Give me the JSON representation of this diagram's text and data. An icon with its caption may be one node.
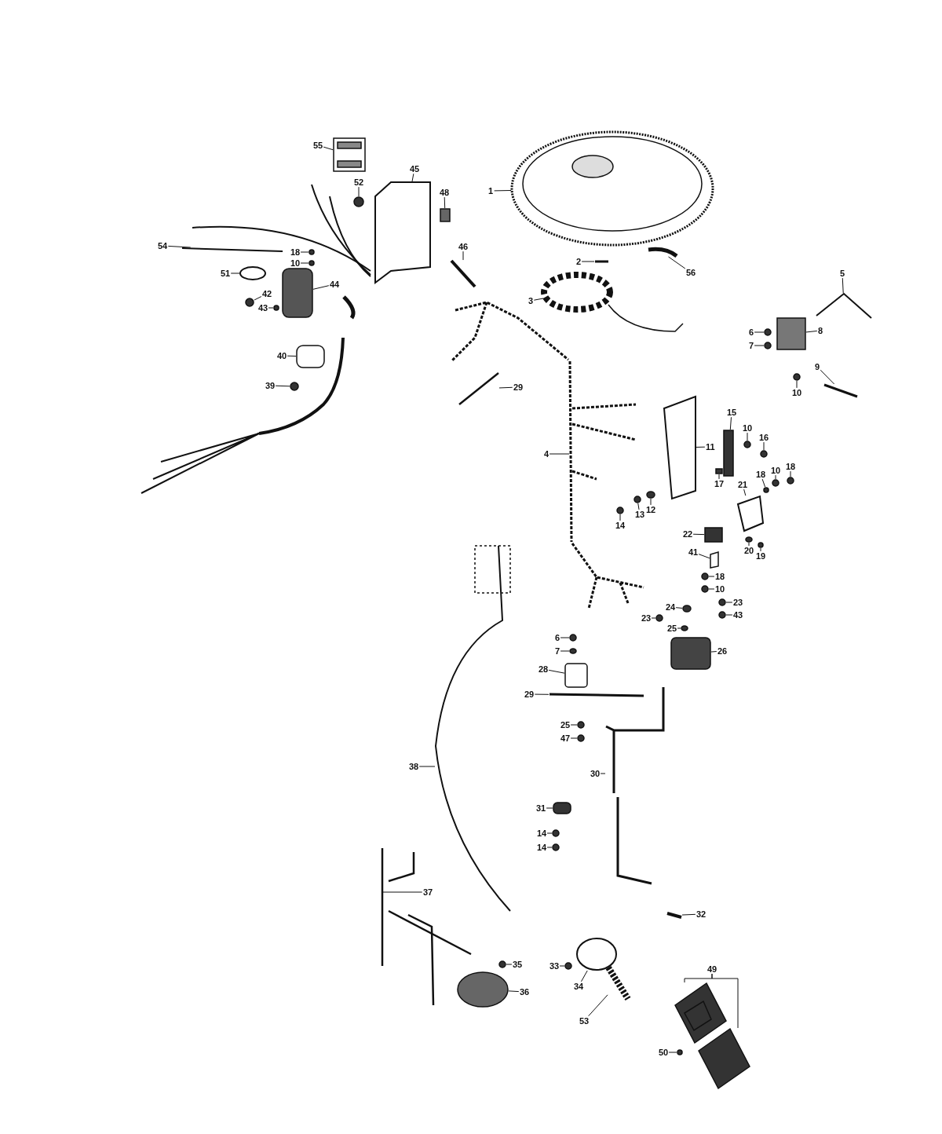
{
  "diagram": {
    "nodes": [
      {
        "text": [
          "55"
        ]
      },
      {
        "text": [
          "45"
        ]
      },
      {
        "text": [
          "52"
        ]
      },
      {
        "text": [
          "48"
        ]
      },
      {
        "text": [
          "1"
        ]
      },
      {
        "text": [
          "54"
        ]
      },
      {
        "text": [
          "18"
        ]
      },
      {
        "text": [
          "10"
        ]
      },
      {
        "text": [
          "46"
        ]
      },
      {
        "text": [
          "51"
        ]
      },
      {
        "text": [
          "44"
        ]
      },
      {
        "text": [
          "42"
        ]
      },
      {
        "text": [
          "43"
        ]
      },
      {
        "text": [
          "2"
        ]
      },
      {
        "text": [
          "3"
        ]
      },
      {
        "text": [
          "56"
        ]
      },
      {
        "text": [
          "5"
        ]
      },
      {
        "text": [
          "6"
        ]
      },
      {
        "text": [
          "7"
        ]
      },
      {
        "text": [
          "8"
        ]
      },
      {
        "text": [
          "9"
        ]
      },
      {
        "text": [
          "10"
        ]
      },
      {
        "text": [
          "40"
        ]
      },
      {
        "text": [
          "39"
        ]
      },
      {
        "text": [
          "29"
        ]
      },
      {
        "text": [
          "15"
        ]
      },
      {
        "text": [
          "10"
        ]
      },
      {
        "text": [
          "16"
        ]
      },
      {
        "text": [
          "11"
        ]
      },
      {
        "text": [
          "4"
        ]
      },
      {
        "text": [
          "18"
        ]
      },
      {
        "text": [
          "10"
        ]
      },
      {
        "text": [
          "18"
        ]
      },
      {
        "text": [
          "17"
        ]
      },
      {
        "text": [
          "21"
        ]
      },
      {
        "text": [
          "12"
        ]
      },
      {
        "text": [
          "13"
        ]
      },
      {
        "text": [
          "14"
        ]
      },
      {
        "text": [
          "22"
        ]
      },
      {
        "text": [
          "41"
        ]
      },
      {
        "text": [
          "20"
        ]
      },
      {
        "text": [
          "19"
        ]
      },
      {
        "text": [
          "18"
        ]
      },
      {
        "text": [
          "10"
        ]
      },
      {
        "text": [
          "23"
        ]
      },
      {
        "text": [
          "43"
        ]
      },
      {
        "text": [
          "24"
        ]
      },
      {
        "text": [
          "23"
        ]
      },
      {
        "text": [
          "25"
        ]
      },
      {
        "text": [
          "6"
        ]
      },
      {
        "text": [
          "7"
        ]
      },
      {
        "text": [
          "26"
        ]
      },
      {
        "text": [
          "28"
        ]
      },
      {
        "text": [
          "29"
        ]
      },
      {
        "text": [
          "25"
        ]
      },
      {
        "text": [
          "47"
        ]
      },
      {
        "text": [
          "38"
        ]
      },
      {
        "text": [
          "30"
        ]
      },
      {
        "text": [
          "31"
        ]
      },
      {
        "text": [
          "14"
        ]
      },
      {
        "text": [
          "14"
        ]
      },
      {
        "text": [
          "37"
        ]
      },
      {
        "text": [
          "32"
        ]
      },
      {
        "text": [
          "35"
        ]
      },
      {
        "text": [
          "33"
        ]
      },
      {
        "text": [
          "34"
        ]
      },
      {
        "text": [
          "36"
        ]
      },
      {
        "text": [
          "49"
        ]
      },
      {
        "text": [
          "53"
        ]
      },
      {
        "text": [
          "50"
        ]
      },
      {
        "text": [],
        "shape": "picture"
      },
      {
        "text": [],
        "shape": "box"
      },
      {
        "text": [],
        "shape": "circle"
      },
      {
        "text": [],
        "shape": "box"
      },
      {
        "text": [],
        "shape": "picture"
      },
      {
        "text": [],
        "shape": "bar"
      },
      {
        "text": [],
        "shape": "circle"
      },
      {
        "text": [],
        "shape": "circle"
      },
      {
        "text": [],
        "shape": "bar"
      },
      {
        "text": [],
        "shape": "circle"
      },
      {
        "text": [],
        "shape": "box"
      },
      {
        "text": [],
        "shape": "circle"
      },
      {
        "text": [],
        "shape": "circle"
      },
      {
        "text": [],
        "shape": "bar"
      },
      {
        "text": [],
        "shape": "circle"
      },
      {
        "text": [],
        "shape": "bar"
      },
      {
        "text": [],
        "shape": "bar"
      },
      {
        "text": [],
        "shape": "circle"
      },
      {
        "text": [],
        "shape": "circle"
      },
      {
        "text": [],
        "shape": "box"
      },
      {
        "text": [],
        "shape": "bar"
      },
      {
        "text": [],
        "shape": "circle"
      },
      {
        "text": [],
        "shape": "box"
      },
      {
        "text": [],
        "shape": "circle"
      },
      {
        "text": [],
        "shape": "bar"
      },
      {
        "text": [],
        "shape": "box"
      },
      {
        "text": [],
        "shape": "circle"
      },
      {
        "text": [],
        "shape": "circle"
      },
      {
        "text": [],
        "shape": "box"
      },
      {
        "text": [],
        "shape": "bar"
      },
      {
        "text": [],
        "shape": "circle"
      },
      {
        "text": [],
        "shape": "circle"
      },
      {
        "text": [],
        "shape": "circle"
      },
      {
        "text": [],
        "shape": "box"
      },
      {
        "text": [],
        "shape": "box"
      },
      {
        "text": [],
        "shape": "circle"
      },
      {
        "text": [],
        "shape": "circle"
      },
      {
        "text": [],
        "shape": "circle"
      },
      {
        "text": [],
        "shape": "box"
      },
      {
        "text": [],
        "shape": "box"
      },
      {
        "text": [],
        "shape": "circle"
      },
      {
        "text": [],
        "shape": "circle"
      },
      {
        "text": [],
        "shape": "circle"
      },
      {
        "text": [],
        "shape": "circle"
      },
      {
        "text": [],
        "shape": "circle"
      },
      {
        "text": [],
        "shape": "circle"
      },
      {
        "text": [],
        "shape": "circle"
      },
      {
        "text": [],
        "shape": "circle"
      },
      {
        "text": [],
        "shape": "circle"
      },
      {
        "text": [],
        "shape": "circle"
      },
      {
        "text": [],
        "shape": "circle"
      },
      {
        "text": [],
        "shape": "box"
      },
      {
        "text": [],
        "shape": "box"
      },
      {
        "text": [],
        "shape": "bar"
      },
      {
        "text": [],
        "shape": "circle"
      },
      {
        "text": [],
        "shape": "circle"
      },
      {
        "text": [],
        "shape": "bar"
      },
      {
        "text": [],
        "shape": "bar"
      },
      {
        "text": [],
        "shape": "box"
      },
      {
        "text": [],
        "shape": "circle"
      },
      {
        "text": [],
        "shape": "circle"
      },
      {
        "text": [],
        "shape": "bar"
      },
      {
        "text": [],
        "shape": "bar"
      },
      {
        "text": [],
        "shape": "circle"
      },
      {
        "text": [],
        "shape": "circle"
      },
      {
        "text": [],
        "shape": "circle"
      },
      {
        "text": [],
        "shape": "circle"
      },
      {
        "text": [],
        "shape": "box"
      },
      {
        "text": [],
        "shape": "box"
      },
      {
        "text": [],
        "shape": "bar"
      },
      {
        "text": [],
        "shape": "circle"
      }
    ],
    "edges": [
      {
        "from": 0,
        "to": 70,
        "arrow": "none"
      },
      {
        "from": 1,
        "to": 71,
        "arrow": "none"
      },
      {
        "from": 2,
        "to": 72,
        "arrow": "none"
      },
      {
        "from": 3,
        "to": 73,
        "arrow": "none"
      },
      {
        "from": 4,
        "to": 74,
        "arrow": "none"
      },
      {
        "from": 5,
        "to": 75,
        "arrow": "none"
      },
      {
        "from": 6,
        "to": 76,
        "arrow": "none"
      },
      {
        "from": 7,
        "to": 77,
        "arrow": "none"
      },
      {
        "from": 8,
        "to": 78,
        "arrow": "none"
      },
      {
        "from": 9,
        "to": 79,
        "arrow": "none"
      },
      {
        "from": 10,
        "to": 80,
        "arrow": "none"
      },
      {
        "from": 11,
        "to": 81,
        "arrow": "none"
      },
      {
        "from": 12,
        "to": 82,
        "arrow": "none"
      },
      {
        "from": 13,
        "to": 83,
        "arrow": "none"
      },
      {
        "from": 14,
        "to": 84,
        "arrow": "none"
      },
      {
        "from": 15,
        "to": 85,
        "arrow": "none"
      },
      {
        "from": 16,
        "to": 86,
        "arrow": "none"
      },
      {
        "from": 17,
        "to": 87,
        "arrow": "none"
      },
      {
        "from": 18,
        "to": 88,
        "arrow": "none"
      },
      {
        "from": 19,
        "to": 89,
        "arrow": "none"
      },
      {
        "from": 20,
        "to": 90,
        "arrow": "none"
      },
      {
        "from": 21,
        "to": 91,
        "arrow": "none"
      },
      {
        "from": 22,
        "to": 92,
        "arrow": "none"
      },
      {
        "from": 23,
        "to": 93,
        "arrow": "none"
      },
      {
        "from": 24,
        "to": 94,
        "arrow": "none"
      },
      {
        "from": 25,
        "to": 95,
        "arrow": "none"
      },
      {
        "from": 26,
        "to": 96,
        "arrow": "none"
      },
      {
        "from": 27,
        "to": 97,
        "arrow": "none"
      },
      {
        "from": 28,
        "to": 98,
        "arrow": "none"
      },
      {
        "from": 29,
        "to": 99,
        "arrow": "none"
      },
      {
        "from": 30,
        "to": 100,
        "arrow": "none"
      },
      {
        "from": 31,
        "to": 101,
        "arrow": "none"
      },
      {
        "from": 32,
        "to": 102,
        "arrow": "none"
      },
      {
        "from": 33,
        "to": 103,
        "arrow": "none"
      },
      {
        "from": 34,
        "to": 104,
        "arrow": "none"
      },
      {
        "from": 35,
        "to": 105,
        "arrow": "none"
      },
      {
        "from": 36,
        "to": 106,
        "arrow": "none"
      },
      {
        "from": 37,
        "to": 107,
        "arrow": "none"
      },
      {
        "from": 38,
        "to": 108,
        "arrow": "none"
      },
      {
        "from": 39,
        "to": 109,
        "arrow": "none"
      },
      {
        "from": 40,
        "to": 110,
        "arrow": "none"
      },
      {
        "from": 41,
        "to": 111,
        "arrow": "none"
      },
      {
        "from": 42,
        "to": 112,
        "arrow": "none"
      },
      {
        "from": 43,
        "to": 113,
        "arrow": "none"
      },
      {
        "from": 44,
        "to": 114,
        "arrow": "none"
      },
      {
        "from": 45,
        "to": 115,
        "arrow": "none"
      },
      {
        "from": 46,
        "to": 116,
        "arrow": "none"
      },
      {
        "from": 47,
        "to": 117,
        "arrow": "none"
      },
      {
        "from": 48,
        "to": 118,
        "arrow": "none"
      },
      {
        "from": 49,
        "to": 119,
        "arrow": "none"
      },
      {
        "from": 50,
        "to": 120,
        "arrow": "none"
      },
      {
        "from": 51,
        "to": 121,
        "arrow": "none"
      },
      {
        "from": 52,
        "to": 122,
        "arrow": "none"
      },
      {
        "from": 53,
        "to": 123,
        "arrow": "none"
      },
      {
        "from": 54,
        "to": 124,
        "arrow": "none"
      },
      {
        "from": 55,
        "to": 125,
        "arrow": "none"
      },
      {
        "from": 56,
        "to": 126,
        "arrow": "none"
      },
      {
        "from": 57,
        "to": 127,
        "arrow": "none"
      },
      {
        "from": 58,
        "to": 128,
        "arrow": "none"
      },
      {
        "from": 59,
        "to": 129,
        "arrow": "none"
      },
      {
        "from": 60,
        "to": 130,
        "arrow": "none"
      },
      {
        "from": 61,
        "to": 131,
        "arrow": "none"
      },
      {
        "from": 62,
        "to": 132,
        "arrow": "none"
      },
      {
        "from": 63,
        "to": 133,
        "arrow": "none"
      },
      {
        "from": 64,
        "to": 134,
        "arrow": "none"
      },
      {
        "from": 65,
        "to": 135,
        "arrow": "none"
      },
      {
        "from": 66,
        "to": 136,
        "arrow": "none"
      },
      {
        "from": 67,
        "to": 137,
        "arrow": "none"
      },
      {
        "from": 67,
        "to": 138,
        "arrow": "none"
      },
      {
        "from": 68,
        "to": 139,
        "arrow": "none"
      },
      {
        "from": 69,
        "to": 140,
        "arrow": "none"
      }
    ]
  }
}
